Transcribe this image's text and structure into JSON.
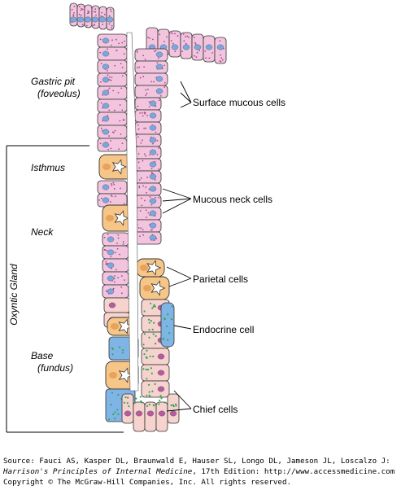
{
  "left_labels": {
    "gastric_pit_1": "Gastric pit",
    "gastric_pit_2": "(foveolus)",
    "isthmus": "Isthmus",
    "neck": "Neck",
    "base_1": "Base",
    "base_2": "(fundus)",
    "oxyntic_gland": "Oxyntic Gland"
  },
  "right_labels": {
    "surface_mucous": "Surface mucous cells",
    "mucous_neck": "Mucous neck cells",
    "parietal": "Parietal cells",
    "endocrine": "Endocrine cell",
    "chief": "Chief cells"
  },
  "colors": {
    "mucous": "#f2c4de",
    "mucous_dot": "#a0508a",
    "nucleus": "#7aa7e0",
    "parietal": "#f6c588",
    "parietal_nucleus": "#e8a25a",
    "chief": "#f6d3cf",
    "chief_nucleus": "#b85aa0",
    "endocrine": "#7fb4e6",
    "chief_granule": "#2fa84f"
  },
  "credit": {
    "line1": "Source: Fauci AS, Kasper DL, Braunwald E, Hauser SL, Longo DL, Jameson JL, Loscalzo J:",
    "line2_book": "Harrison's Principles of Internal Medicine",
    "line2_rest": ", 17th Edition: http://www.accessmedicine.com",
    "line3": "Copyright © The McGraw-Hill Companies, Inc. All rights reserved."
  }
}
